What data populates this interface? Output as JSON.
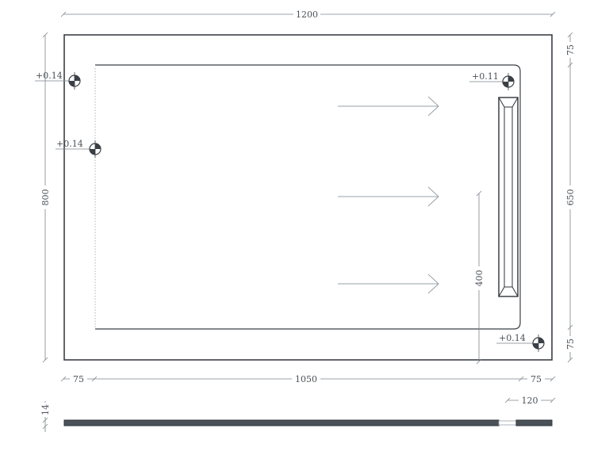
{
  "dimensions": {
    "overall_width": "1200",
    "overall_height": "800",
    "inner_width": "1050",
    "left_margin": "75",
    "right_margin": "75",
    "top_margin": "75",
    "bottom_margin": "75",
    "inner_height": "650",
    "drain_offset": "400",
    "drain_width": "120",
    "thickness": "14"
  },
  "levels": {
    "top_left": "+0.14",
    "left_inner": "+0.14",
    "top_right": "+0.11",
    "bottom_right": "+0.14"
  },
  "colors": {
    "line": "#3b4046",
    "dimension": "#7d858c",
    "arrow": "#9aa1a7",
    "section_fill": "#4a5158"
  },
  "symbols": {
    "level_marker": "level-marker-icon",
    "flow_arrow": "flow-arrow-icon"
  }
}
